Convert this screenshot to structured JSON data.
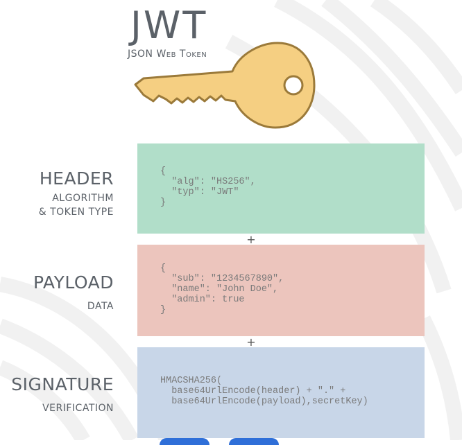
{
  "logo": {
    "title": "JWT",
    "subtitle": "JSON Web Token",
    "icon": "key-icon",
    "key_color": "#f5cf82",
    "key_outline": "#9b7a3a"
  },
  "sections": [
    {
      "heading": "HEADER",
      "sub_lines": [
        "ALGORITHM",
        "& TOKEN TYPE"
      ],
      "code": "{\n  \"alg\": \"HS256\",\n  \"typ\": \"JWT\"\n}",
      "color": "#b1dec9"
    },
    {
      "heading": "PAYLOAD",
      "sub_lines": [
        "DATA"
      ],
      "code": "{\n  \"sub\": \"1234567890\",\n  \"name\": \"John Doe\",\n  \"admin\": true\n}",
      "color": "#ecc5bd"
    },
    {
      "heading": "SIGNATURE",
      "sub_lines": [
        "VERIFICATION"
      ],
      "code": "HMACSHA256(\n  base64UrlEncode(header) + \".\" +\n  base64UrlEncode(payload),secretKey)",
      "color": "#c8d6e8"
    }
  ],
  "separators": [
    "+",
    "+"
  ],
  "accent": "#2f6fd8"
}
